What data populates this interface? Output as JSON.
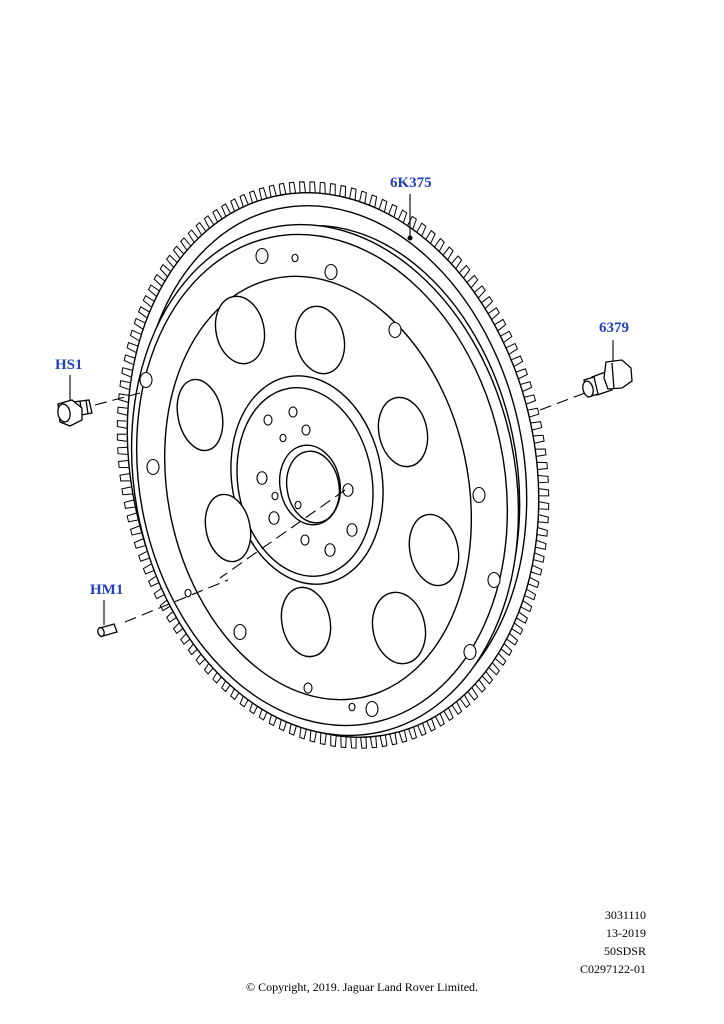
{
  "callouts": {
    "flywheel": "6K375",
    "bolt_right": "6379",
    "bolt_left": "HS1",
    "dowel": "HM1"
  },
  "meta": {
    "line1": "3031110",
    "line2": "13-2019",
    "line3": "50SDSR",
    "line4": "C0297122-01"
  },
  "copyright": "© Copyright, 2019. Jaguar Land Rover Limited.",
  "colors": {
    "callout": "#1f3fbf",
    "line": "#000000"
  }
}
